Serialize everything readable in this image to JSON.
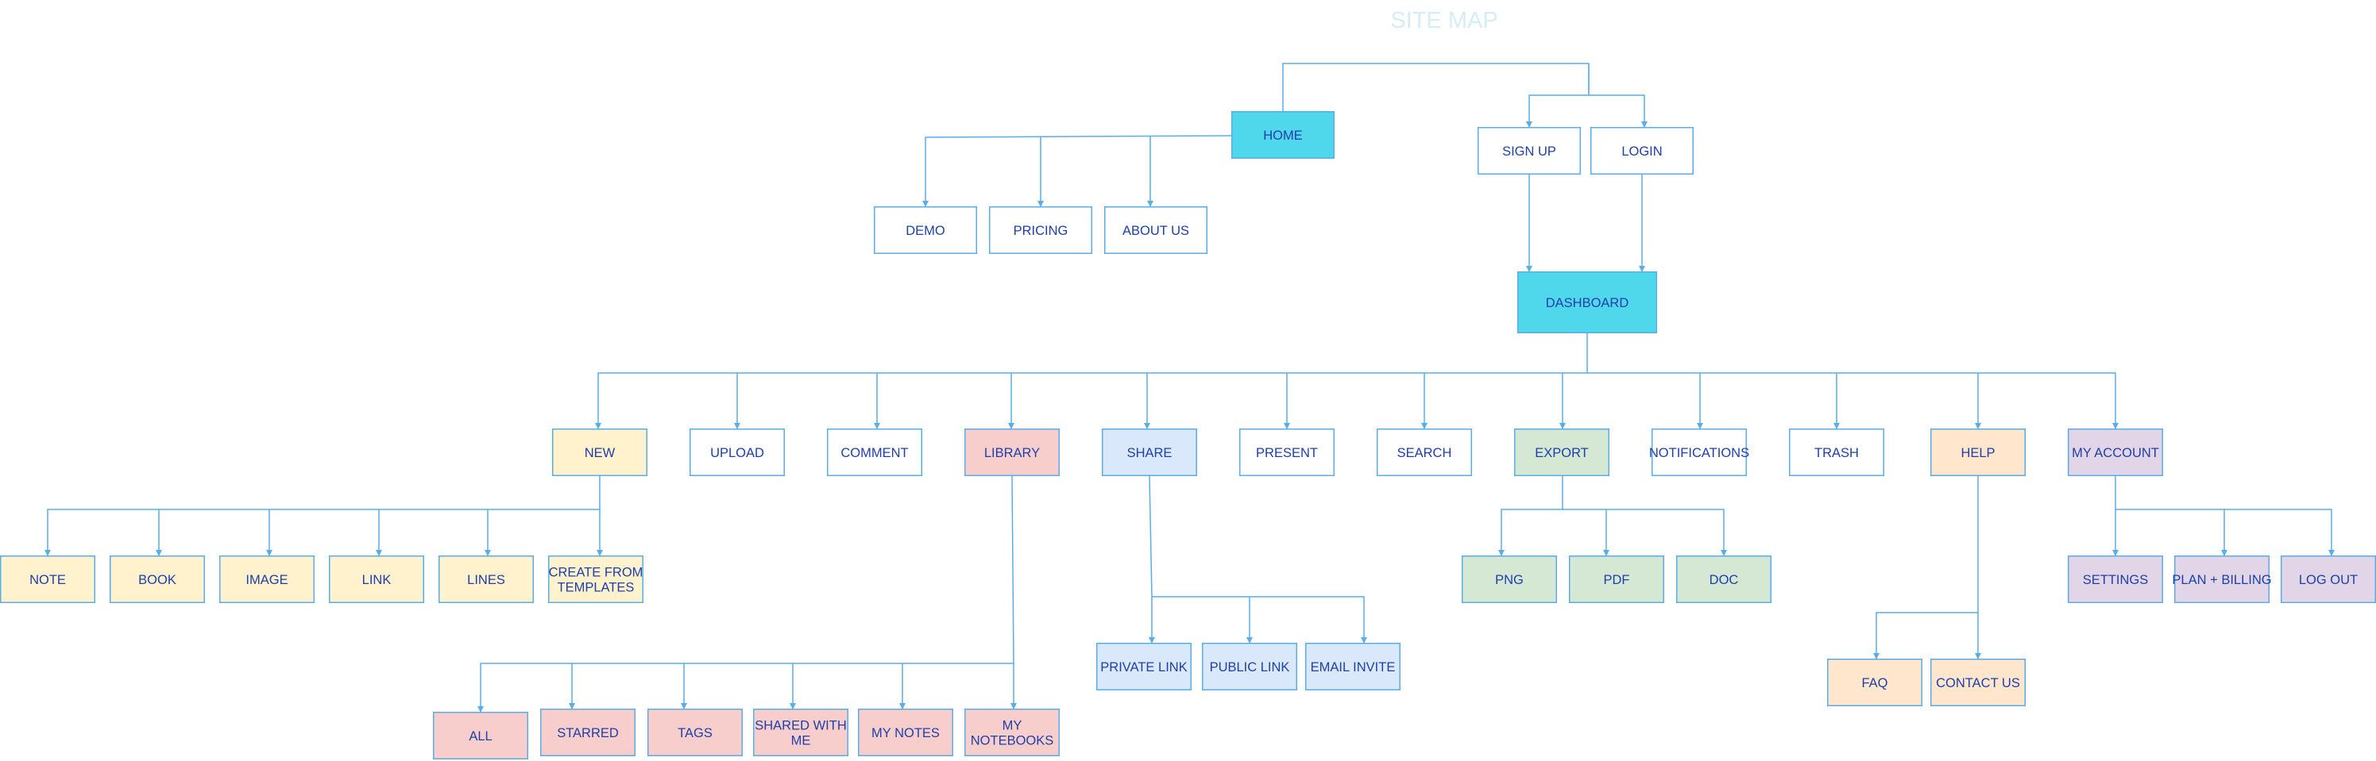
{
  "title": "SITE MAP",
  "colors": {
    "line": "#5aaee8",
    "text": "#1f3fa8",
    "title": "#d7ecf9",
    "white": "#ffffff",
    "cyan": "#4fd8ec",
    "yellow": "#fff2cc",
    "pink": "#f8cecc",
    "blue": "#dae8fc",
    "green": "#d5e8d4",
    "orange": "#ffe6cc",
    "purple": "#e1d5e7"
  },
  "nodes": [
    {
      "id": "home",
      "label": "HOME",
      "fill": "cyan"
    },
    {
      "id": "sign-up",
      "label": "SIGN UP",
      "fill": "white"
    },
    {
      "id": "login",
      "label": "LOGIN",
      "fill": "white"
    },
    {
      "id": "demo",
      "label": "DEMO",
      "fill": "white"
    },
    {
      "id": "pricing",
      "label": "PRICING",
      "fill": "white"
    },
    {
      "id": "about-us",
      "label": "ABOUT US",
      "fill": "white"
    },
    {
      "id": "dashboard",
      "label": "DASHBOARD",
      "fill": "cyan"
    },
    {
      "id": "new",
      "label": "NEW",
      "fill": "yellow"
    },
    {
      "id": "upload",
      "label": "UPLOAD",
      "fill": "white"
    },
    {
      "id": "comment",
      "label": "COMMENT",
      "fill": "white"
    },
    {
      "id": "library",
      "label": "LIBRARY",
      "fill": "pink"
    },
    {
      "id": "share",
      "label": "SHARE",
      "fill": "blue"
    },
    {
      "id": "present",
      "label": "PRESENT",
      "fill": "white"
    },
    {
      "id": "search",
      "label": "SEARCH",
      "fill": "white"
    },
    {
      "id": "export",
      "label": "EXPORT",
      "fill": "green"
    },
    {
      "id": "notifications",
      "label": "NOTIFICATIONS",
      "fill": "white"
    },
    {
      "id": "trash",
      "label": "TRASH",
      "fill": "white"
    },
    {
      "id": "help",
      "label": "HELP",
      "fill": "orange"
    },
    {
      "id": "my-account",
      "label": "MY ACCOUNT",
      "fill": "purple"
    },
    {
      "id": "note",
      "label": "NOTE",
      "fill": "yellow"
    },
    {
      "id": "book",
      "label": "BOOK",
      "fill": "yellow"
    },
    {
      "id": "image",
      "label": "IMAGE",
      "fill": "yellow"
    },
    {
      "id": "link",
      "label": "LINK",
      "fill": "yellow"
    },
    {
      "id": "lines",
      "label": "LINES",
      "fill": "yellow"
    },
    {
      "id": "create-from-templates",
      "label": "CREATE FROM\nTEMPLATES",
      "fill": "yellow"
    },
    {
      "id": "png",
      "label": "PNG",
      "fill": "green"
    },
    {
      "id": "pdf",
      "label": "PDF",
      "fill": "green"
    },
    {
      "id": "doc",
      "label": "DOC",
      "fill": "green"
    },
    {
      "id": "settings",
      "label": "SETTINGS",
      "fill": "purple"
    },
    {
      "id": "plan-billing",
      "label": "PLAN + BILLING",
      "fill": "purple"
    },
    {
      "id": "log-out",
      "label": "LOG OUT",
      "fill": "purple"
    },
    {
      "id": "private-link",
      "label": "PRIVATE LINK",
      "fill": "blue"
    },
    {
      "id": "public-link",
      "label": "PUBLIC LINK",
      "fill": "blue"
    },
    {
      "id": "email-invite",
      "label": "EMAIL INVITE",
      "fill": "blue"
    },
    {
      "id": "faq",
      "label": "FAQ",
      "fill": "orange"
    },
    {
      "id": "contact-us",
      "label": "CONTACT US",
      "fill": "orange"
    },
    {
      "id": "all",
      "label": "ALL",
      "fill": "pink"
    },
    {
      "id": "starred",
      "label": "STARRED",
      "fill": "pink"
    },
    {
      "id": "tags",
      "label": "TAGS",
      "fill": "pink"
    },
    {
      "id": "shared-with-me",
      "label": "SHARED WITH\nME",
      "fill": "pink"
    },
    {
      "id": "my-notes",
      "label": "MY NOTES",
      "fill": "pink"
    },
    {
      "id": "my-notebooks",
      "label": "MY\nNOTEBOOKS",
      "fill": "pink"
    }
  ],
  "edges": [
    {
      "from": "home",
      "to": "sign-up"
    },
    {
      "from": "home",
      "to": "login"
    },
    {
      "from": "home",
      "to": "demo"
    },
    {
      "from": "home",
      "to": "pricing"
    },
    {
      "from": "home",
      "to": "about-us"
    },
    {
      "from": "sign-up",
      "to": "dashboard"
    },
    {
      "from": "login",
      "to": "dashboard"
    },
    {
      "from": "dashboard",
      "to": "new"
    },
    {
      "from": "dashboard",
      "to": "upload"
    },
    {
      "from": "dashboard",
      "to": "comment"
    },
    {
      "from": "dashboard",
      "to": "library"
    },
    {
      "from": "dashboard",
      "to": "share"
    },
    {
      "from": "dashboard",
      "to": "present"
    },
    {
      "from": "dashboard",
      "to": "search"
    },
    {
      "from": "dashboard",
      "to": "export"
    },
    {
      "from": "dashboard",
      "to": "notifications"
    },
    {
      "from": "dashboard",
      "to": "trash"
    },
    {
      "from": "dashboard",
      "to": "help"
    },
    {
      "from": "dashboard",
      "to": "my-account"
    },
    {
      "from": "new",
      "to": "note"
    },
    {
      "from": "new",
      "to": "book"
    },
    {
      "from": "new",
      "to": "image"
    },
    {
      "from": "new",
      "to": "link"
    },
    {
      "from": "new",
      "to": "lines"
    },
    {
      "from": "new",
      "to": "create-from-templates"
    },
    {
      "from": "library",
      "to": "all"
    },
    {
      "from": "library",
      "to": "starred"
    },
    {
      "from": "library",
      "to": "tags"
    },
    {
      "from": "library",
      "to": "shared-with-me"
    },
    {
      "from": "library",
      "to": "my-notes"
    },
    {
      "from": "library",
      "to": "my-notebooks"
    },
    {
      "from": "share",
      "to": "private-link"
    },
    {
      "from": "share",
      "to": "public-link"
    },
    {
      "from": "share",
      "to": "email-invite"
    },
    {
      "from": "export",
      "to": "png"
    },
    {
      "from": "export",
      "to": "pdf"
    },
    {
      "from": "export",
      "to": "doc"
    },
    {
      "from": "help",
      "to": "faq"
    },
    {
      "from": "help",
      "to": "contact-us"
    },
    {
      "from": "my-account",
      "to": "settings"
    },
    {
      "from": "my-account",
      "to": "plan-billing"
    },
    {
      "from": "my-account",
      "to": "log-out"
    }
  ]
}
